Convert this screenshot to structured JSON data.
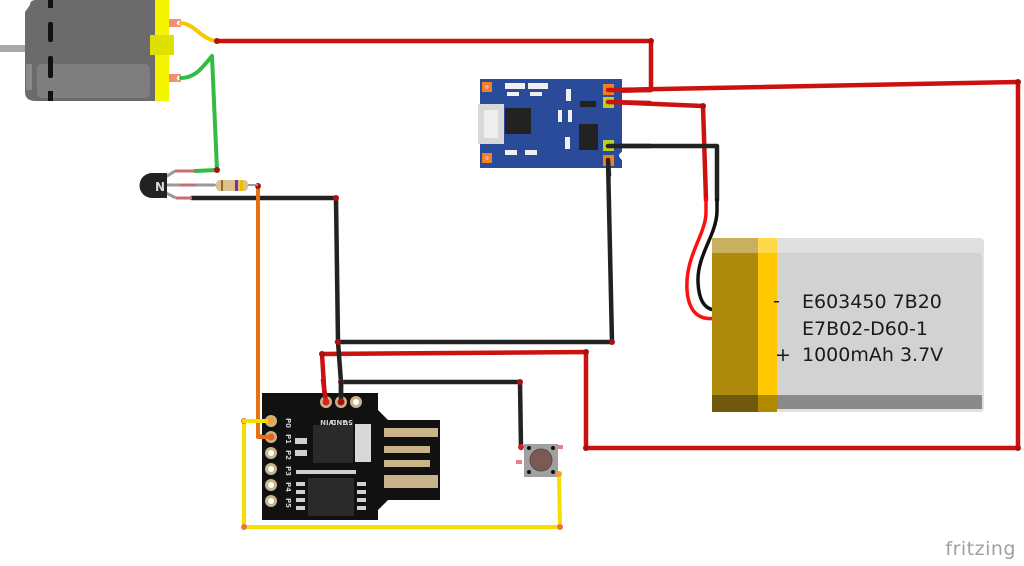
{
  "app": {
    "watermark": "fritzing"
  },
  "components": {
    "motor": {
      "name": "DC motor",
      "body_color": "#6b6b6b",
      "cap_color": "#f5f500"
    },
    "transistor": {
      "name": "NPN transistor",
      "marking": "N"
    },
    "resistor": {
      "name": "resistor"
    },
    "charger": {
      "name": "TP4056 charger module",
      "board_color": "#2a4a9a"
    },
    "battery": {
      "name": "LiPo battery",
      "line1": "E603450 7B20",
      "line2": "E7B02-D60-1",
      "line3": "1000mAh 3.7V",
      "minus_symbol": "-",
      "plus_symbol": "+"
    },
    "digispark": {
      "name": "Digispark ATtiny85",
      "top_pins": [
        "5V",
        "GND",
        "VIN"
      ],
      "side_pins": [
        "P0",
        "P1",
        "P2",
        "P3",
        "P4",
        "P5"
      ]
    },
    "button": {
      "name": "pushbutton"
    }
  },
  "wires": [
    {
      "id": "motor-plus-to-charger-out",
      "color": "#cc1111"
    },
    {
      "id": "motor-minus-to-collector",
      "color": "#33bb44"
    },
    {
      "id": "resistor-to-p1",
      "color": "#e87010"
    },
    {
      "id": "emitter-to-gnd",
      "color": "#222222"
    },
    {
      "id": "charger-out-minus-to-gnd",
      "color": "#222222"
    },
    {
      "id": "charger-bat-plus-to-battery",
      "color": "#cc1111"
    },
    {
      "id": "charger-bat-minus-to-battery",
      "color": "#222222"
    },
    {
      "id": "charger-out-plus-to-vin",
      "color": "#cc1111"
    },
    {
      "id": "gnd-to-button",
      "color": "#222222"
    },
    {
      "id": "button-to-p0",
      "color": "#f2e000"
    }
  ]
}
